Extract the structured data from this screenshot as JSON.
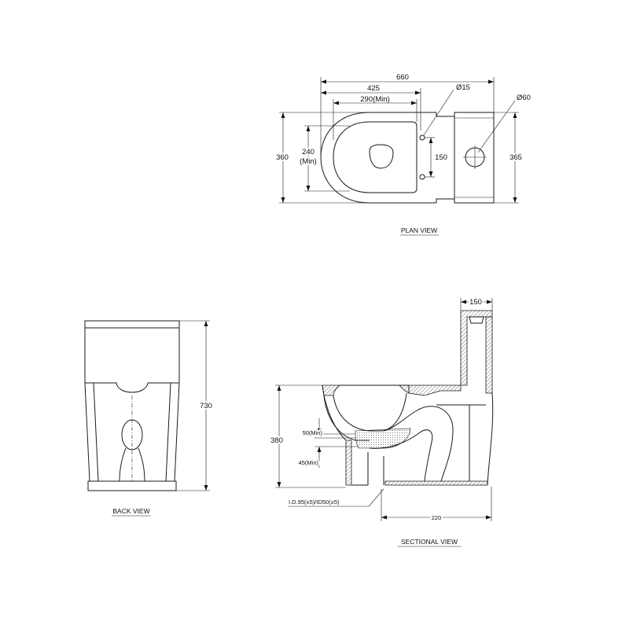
{
  "plan_view": {
    "title": "PLAN VIEW",
    "dim_overall_length": "660",
    "dim_bowl_length": "425",
    "dim_seat_length": "290(Min)",
    "dim_bolt_hole": "Ø15",
    "dim_inlet": "Ø60",
    "dim_bowl_width": "360",
    "dim_seat_width": "240",
    "dim_seat_width_note": "(Min)",
    "dim_bolt_spacing": "150",
    "dim_tank_width": "365"
  },
  "back_view": {
    "title": "BACK VIEW",
    "dim_height": "730"
  },
  "sectional_view": {
    "title": "SECTIONAL VIEW",
    "dim_tank_depth": "150",
    "dim_seat_height": "380",
    "dim_water_seal": "50(Min)",
    "dim_trap": "45(Min)",
    "dim_outlet": "I.D.95(±5)/ID50(±5)",
    "dim_rough_in": "220"
  }
}
